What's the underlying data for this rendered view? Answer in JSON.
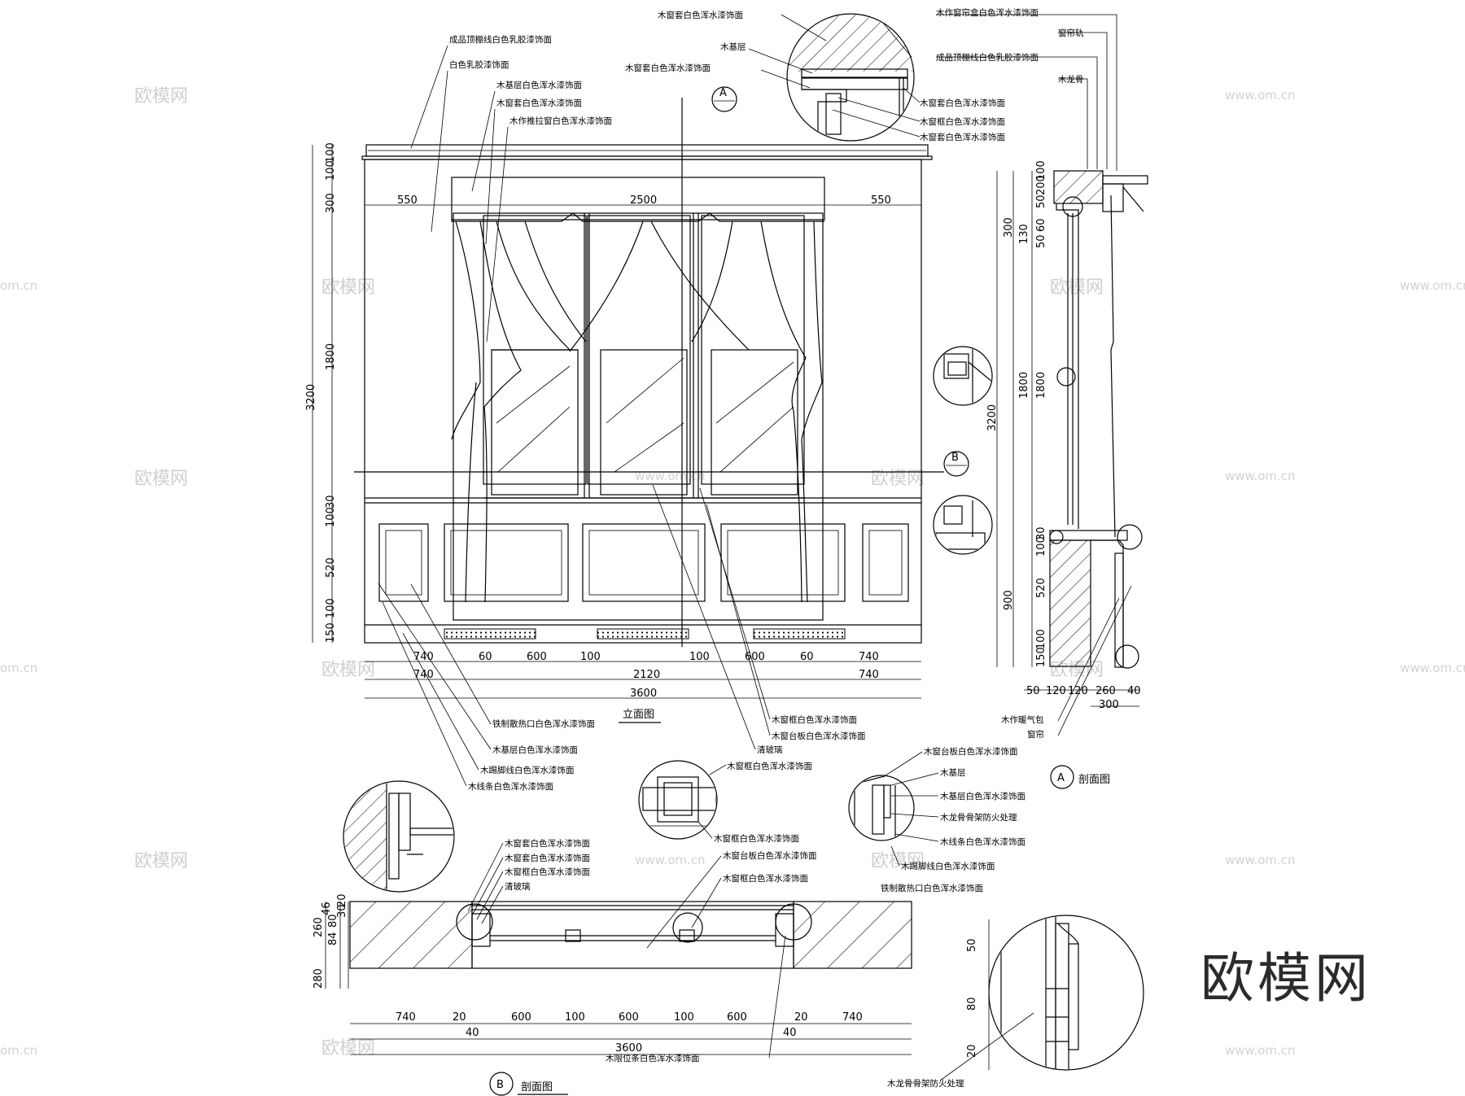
{
  "watermark": {
    "text": "欧模网",
    "url": "www.om.cn",
    "url_short": "om.cn",
    "logo": "欧模网"
  },
  "elevation": {
    "title": "立面图",
    "section_a_marker": "A",
    "section_b_marker": "B",
    "dims_top": [
      "550",
      "2500",
      "550"
    ],
    "dims_left": [
      "100",
      "100",
      "300",
      "1800",
      "30",
      "100",
      "520",
      "100",
      "150"
    ],
    "dim_total_height": "3200",
    "dims_bottom_row1": [
      "740",
      "60",
      "600",
      "100",
      "100",
      "600",
      "60",
      "740"
    ],
    "dims_bottom_row2": [
      "740",
      "2120",
      "740"
    ],
    "dim_total_width": "3600"
  },
  "section_a": {
    "marker": "A",
    "title": "剖面图",
    "dims_vertical": [
      "200",
      "100",
      "300",
      "50",
      "130",
      "60",
      "50",
      "1800",
      "1800",
      "3200",
      "30",
      "100",
      "520",
      "900",
      "100",
      "150"
    ],
    "dims_horizontal": [
      "50",
      "120",
      "120",
      "260",
      "40",
      "300"
    ]
  },
  "section_b": {
    "marker": "B",
    "title": "剖面图",
    "dims_vertical": [
      "260",
      "46",
      "80",
      "30",
      "20",
      "84",
      "280"
    ],
    "dims_horizontal_row1": [
      "740",
      "20",
      "600",
      "100",
      "600",
      "100",
      "600",
      "20",
      "740"
    ],
    "dims_horizontal_row2": [
      "40",
      "3600",
      "40"
    ]
  },
  "detail_dims": [
    "50",
    "80",
    "20"
  ],
  "notes": {
    "elevation_top": [
      "成品顶棚线白色乳胶漆饰面",
      "白色乳胶漆饰面",
      "木基层白色浑水漆饰面",
      "木窗套白色浑水漆饰面",
      "木作推拉窗白色浑水漆饰面"
    ],
    "elevation_bottom": [
      "铁制散热口白色浑水漆饰面",
      "木基层白色浑水漆饰面",
      "木踢脚线白色浑水漆饰面",
      "木线条白色浑水漆饰面",
      "木窗框白色浑水漆饰面",
      "木窗台板白色浑水漆饰面",
      "清玻璃"
    ],
    "top_detail": [
      "木窗套白色浑水漆饰面",
      "木基层",
      "木窗套白色浑水漆饰面",
      "木作窗帘盒白色浑水漆饰面",
      "窗帘轨",
      "成品顶棚线白色乳胶漆饰面",
      "木龙骨",
      "木窗套白色浑水漆饰面",
      "木窗框白色浑水漆饰面",
      "木窗套白色浑水漆饰面"
    ],
    "section_a_bottom": [
      "木作暖气包",
      "窗帘"
    ],
    "mid_detail": [
      "木窗框白色浑水漆饰面",
      "木窗框白色浑水漆饰面"
    ],
    "right_detail": [
      "木窗台板白色浑水漆饰面",
      "木基层",
      "木基层白色浑水漆饰面",
      "木龙骨骨架防火处理",
      "木线条白色浑水漆饰面",
      "木踢脚线白色浑水漆饰面",
      "铁制散热口白色浑水漆饰面"
    ],
    "section_b_left": [
      "木窗套白色浑水漆饰面",
      "木窗套白色浑水漆饰面",
      "木窗框白色浑水漆饰面",
      "清玻璃"
    ],
    "section_b_mid": [
      "木窗台板白色浑水漆饰面",
      "木窗框白色浑水漆饰面"
    ],
    "section_b_bottom": "木限位条白色浑水漆饰面",
    "bottom_right": "木龙骨骨架防火处理"
  }
}
